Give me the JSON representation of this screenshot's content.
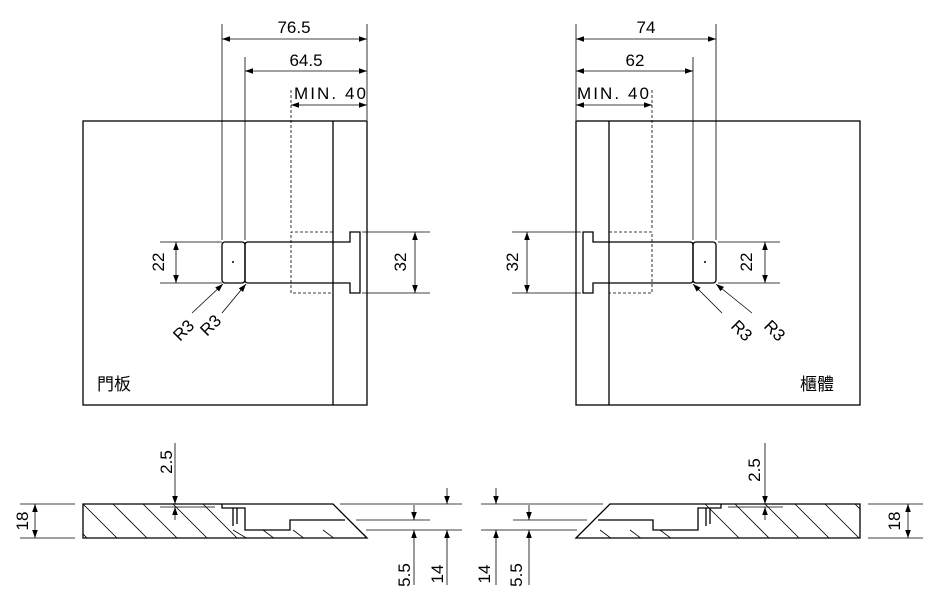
{
  "door_panel": {
    "label": "門板",
    "dims": {
      "overall": "76.5",
      "hole": "64.5",
      "min": "MIN. 40",
      "plate_height": "22",
      "flange_height": "32",
      "radius_1": "R3",
      "radius_2": "R3"
    },
    "section": {
      "recess_depth": "2.5",
      "thickness": "18",
      "dim_a": "5.5",
      "dim_b": "14"
    }
  },
  "cabinet": {
    "label": "櫃體",
    "dims": {
      "overall": "74",
      "hole": "62",
      "min": "MIN. 40",
      "plate_height": "22",
      "flange_height": "32",
      "radius_1": "R3",
      "radius_2": "R3"
    },
    "section": {
      "recess_depth": "2.5",
      "thickness": "18",
      "dim_a": "5.5",
      "dim_b": "14"
    }
  }
}
